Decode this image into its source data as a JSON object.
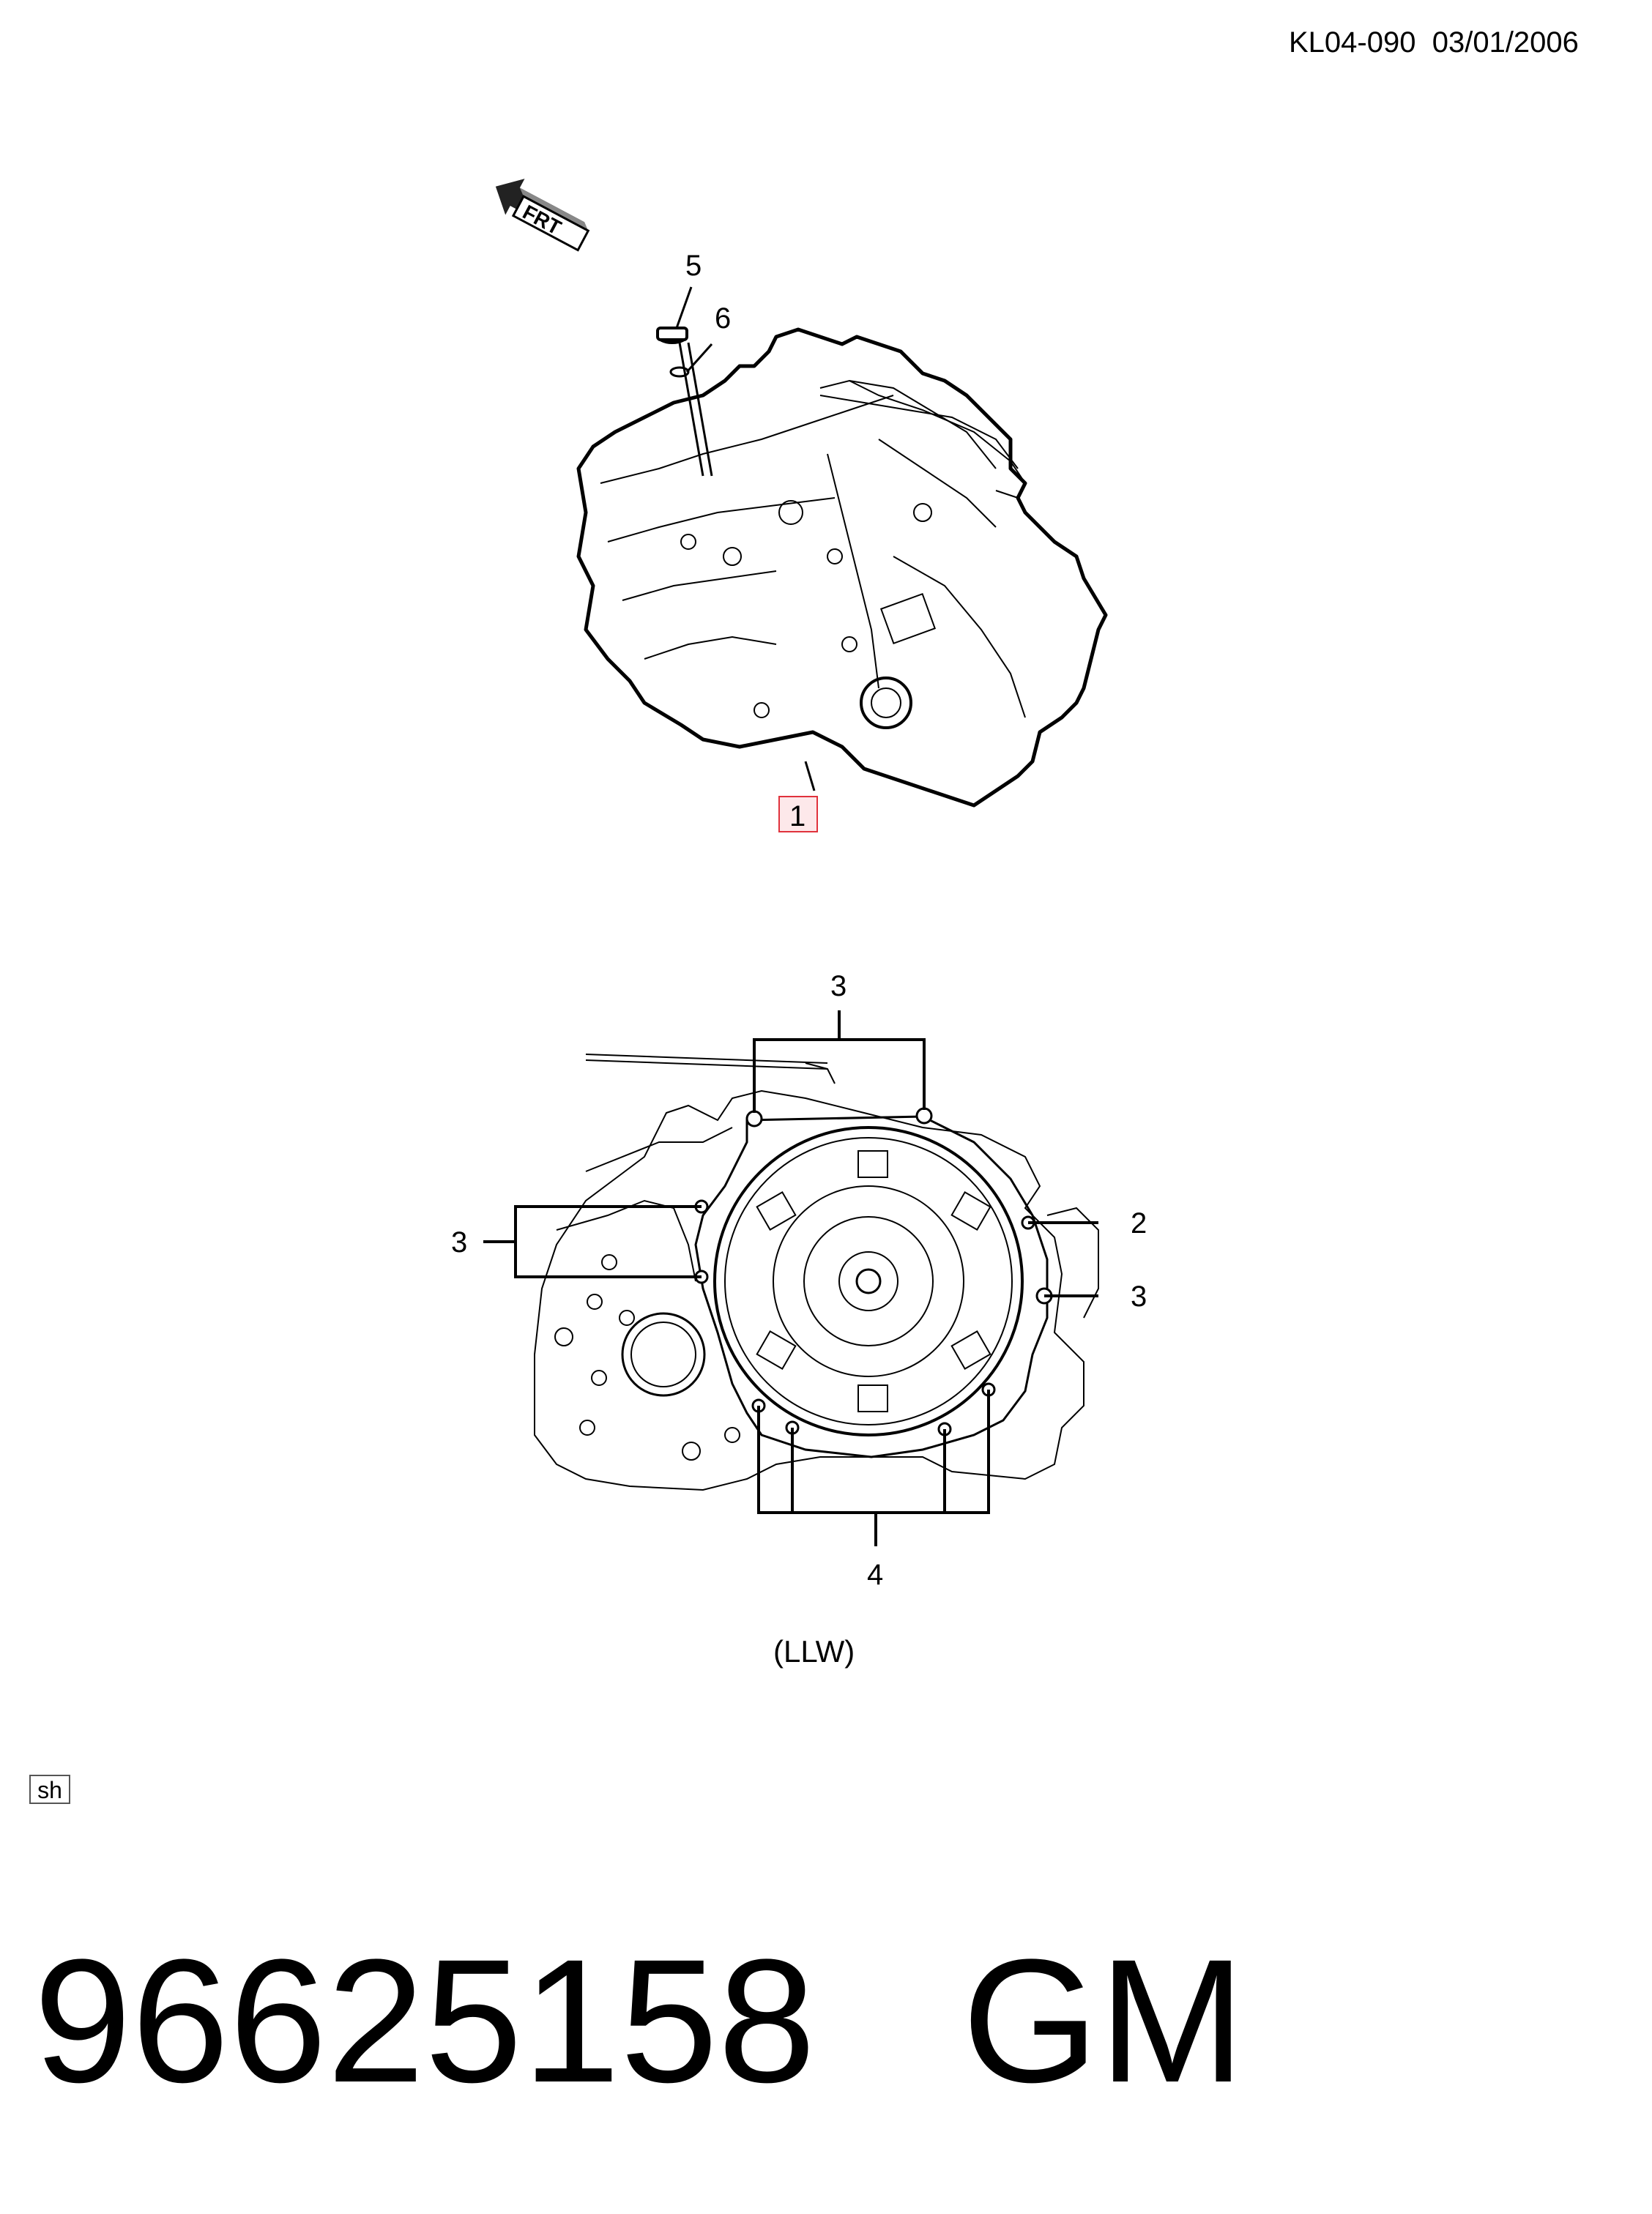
{
  "header": {
    "code": "KL04-090",
    "date": "03/01/2006"
  },
  "diagram_top": {
    "direction_marker": "FRT",
    "callouts": [
      "5",
      "6",
      "1"
    ],
    "highlighted_callout": "1",
    "highlight_color": "#e0323c"
  },
  "diagram_bottom": {
    "callouts": [
      "3",
      "3",
      "2",
      "3",
      "4"
    ],
    "variant_label": "(LLW)"
  },
  "footer": {
    "sh_label": "sh",
    "part_number": "96625158",
    "brand": "GM"
  }
}
